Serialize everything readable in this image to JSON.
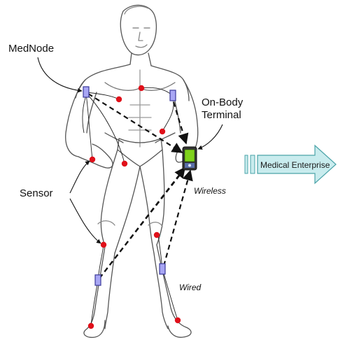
{
  "labels": {
    "mednode": "MedNode",
    "terminal_line1": "On-Body",
    "terminal_line2": "Terminal",
    "sensor": "Sensor",
    "wireless": "Wireless",
    "wired": "Wired",
    "enterprise": "Medical Enterprise"
  },
  "colors": {
    "sensor": "#e0101a",
    "node_fill": "#a8a6f4",
    "node_stroke": "#3a3a9a",
    "terminal_screen": "#7fd21c",
    "arrow_fill": "#c9ecee",
    "arrow_stroke": "#4aa3a8",
    "body_line": "#555555"
  },
  "icons": [
    "mednode-icon",
    "sensor-dot-icon",
    "phone-terminal-icon",
    "right-arrow-icon"
  ]
}
